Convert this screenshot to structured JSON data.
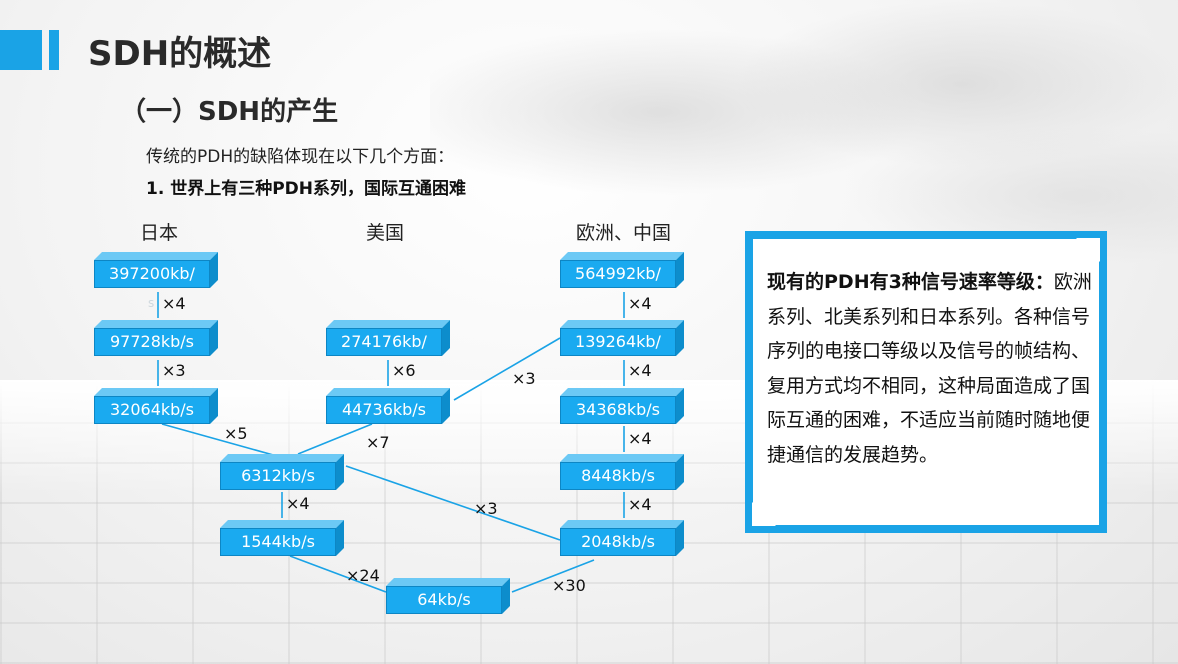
{
  "title": "SDH的概述",
  "subtitle": "（一）SDH的产生",
  "intro": "传统的PDH的缺陷体现在以下几个方面：",
  "point": "1. 世界上有三种PDH系列，国际互通困难",
  "regions": {
    "japan": "日本",
    "usa": "美国",
    "europe_china": "欧洲、中国"
  },
  "nodes": {
    "j1": "397200kb/",
    "j2": "97728kb/s",
    "j3": "32064kb/s",
    "u1": "274176kb/",
    "u2": "44736kb/s",
    "c6312": "6312kb/s",
    "c1544": "1544kb/s",
    "c64": "64kb/s",
    "e1": "564992kb/",
    "e2": "139264kb/",
    "e3": "34368kb/s",
    "e4": "8448kb/s",
    "e5": "2048kb/s"
  },
  "ghost_s": "s",
  "multipliers": {
    "j1_j2": "×4",
    "j2_j3": "×3",
    "j3_6312": "×5",
    "u1_u2": "×6",
    "u2_6312": "×7",
    "u2_e2": "×3",
    "c6312_c1544": "×4",
    "c6312_e5": "×3",
    "c1544_c64": "×24",
    "e1_e2": "×4",
    "e2_e3": "×4",
    "e3_e4": "×4",
    "e4_e5": "×4",
    "e5_c64": "×30"
  },
  "note": {
    "lead": "现有的PDH有3种信号速率等级：",
    "body": "欧洲系列、北美系列和日本系列。各种信号序列的电接口等级以及信号的帧结构、复用方式均不相同，这种局面造成了国际互通的困难，不适应当前随时随地便捷通信的发展趋势。"
  },
  "colors": {
    "accent": "#1aa3e6",
    "box_face": "#1aaaf0",
    "line": "#1aa3e6"
  }
}
